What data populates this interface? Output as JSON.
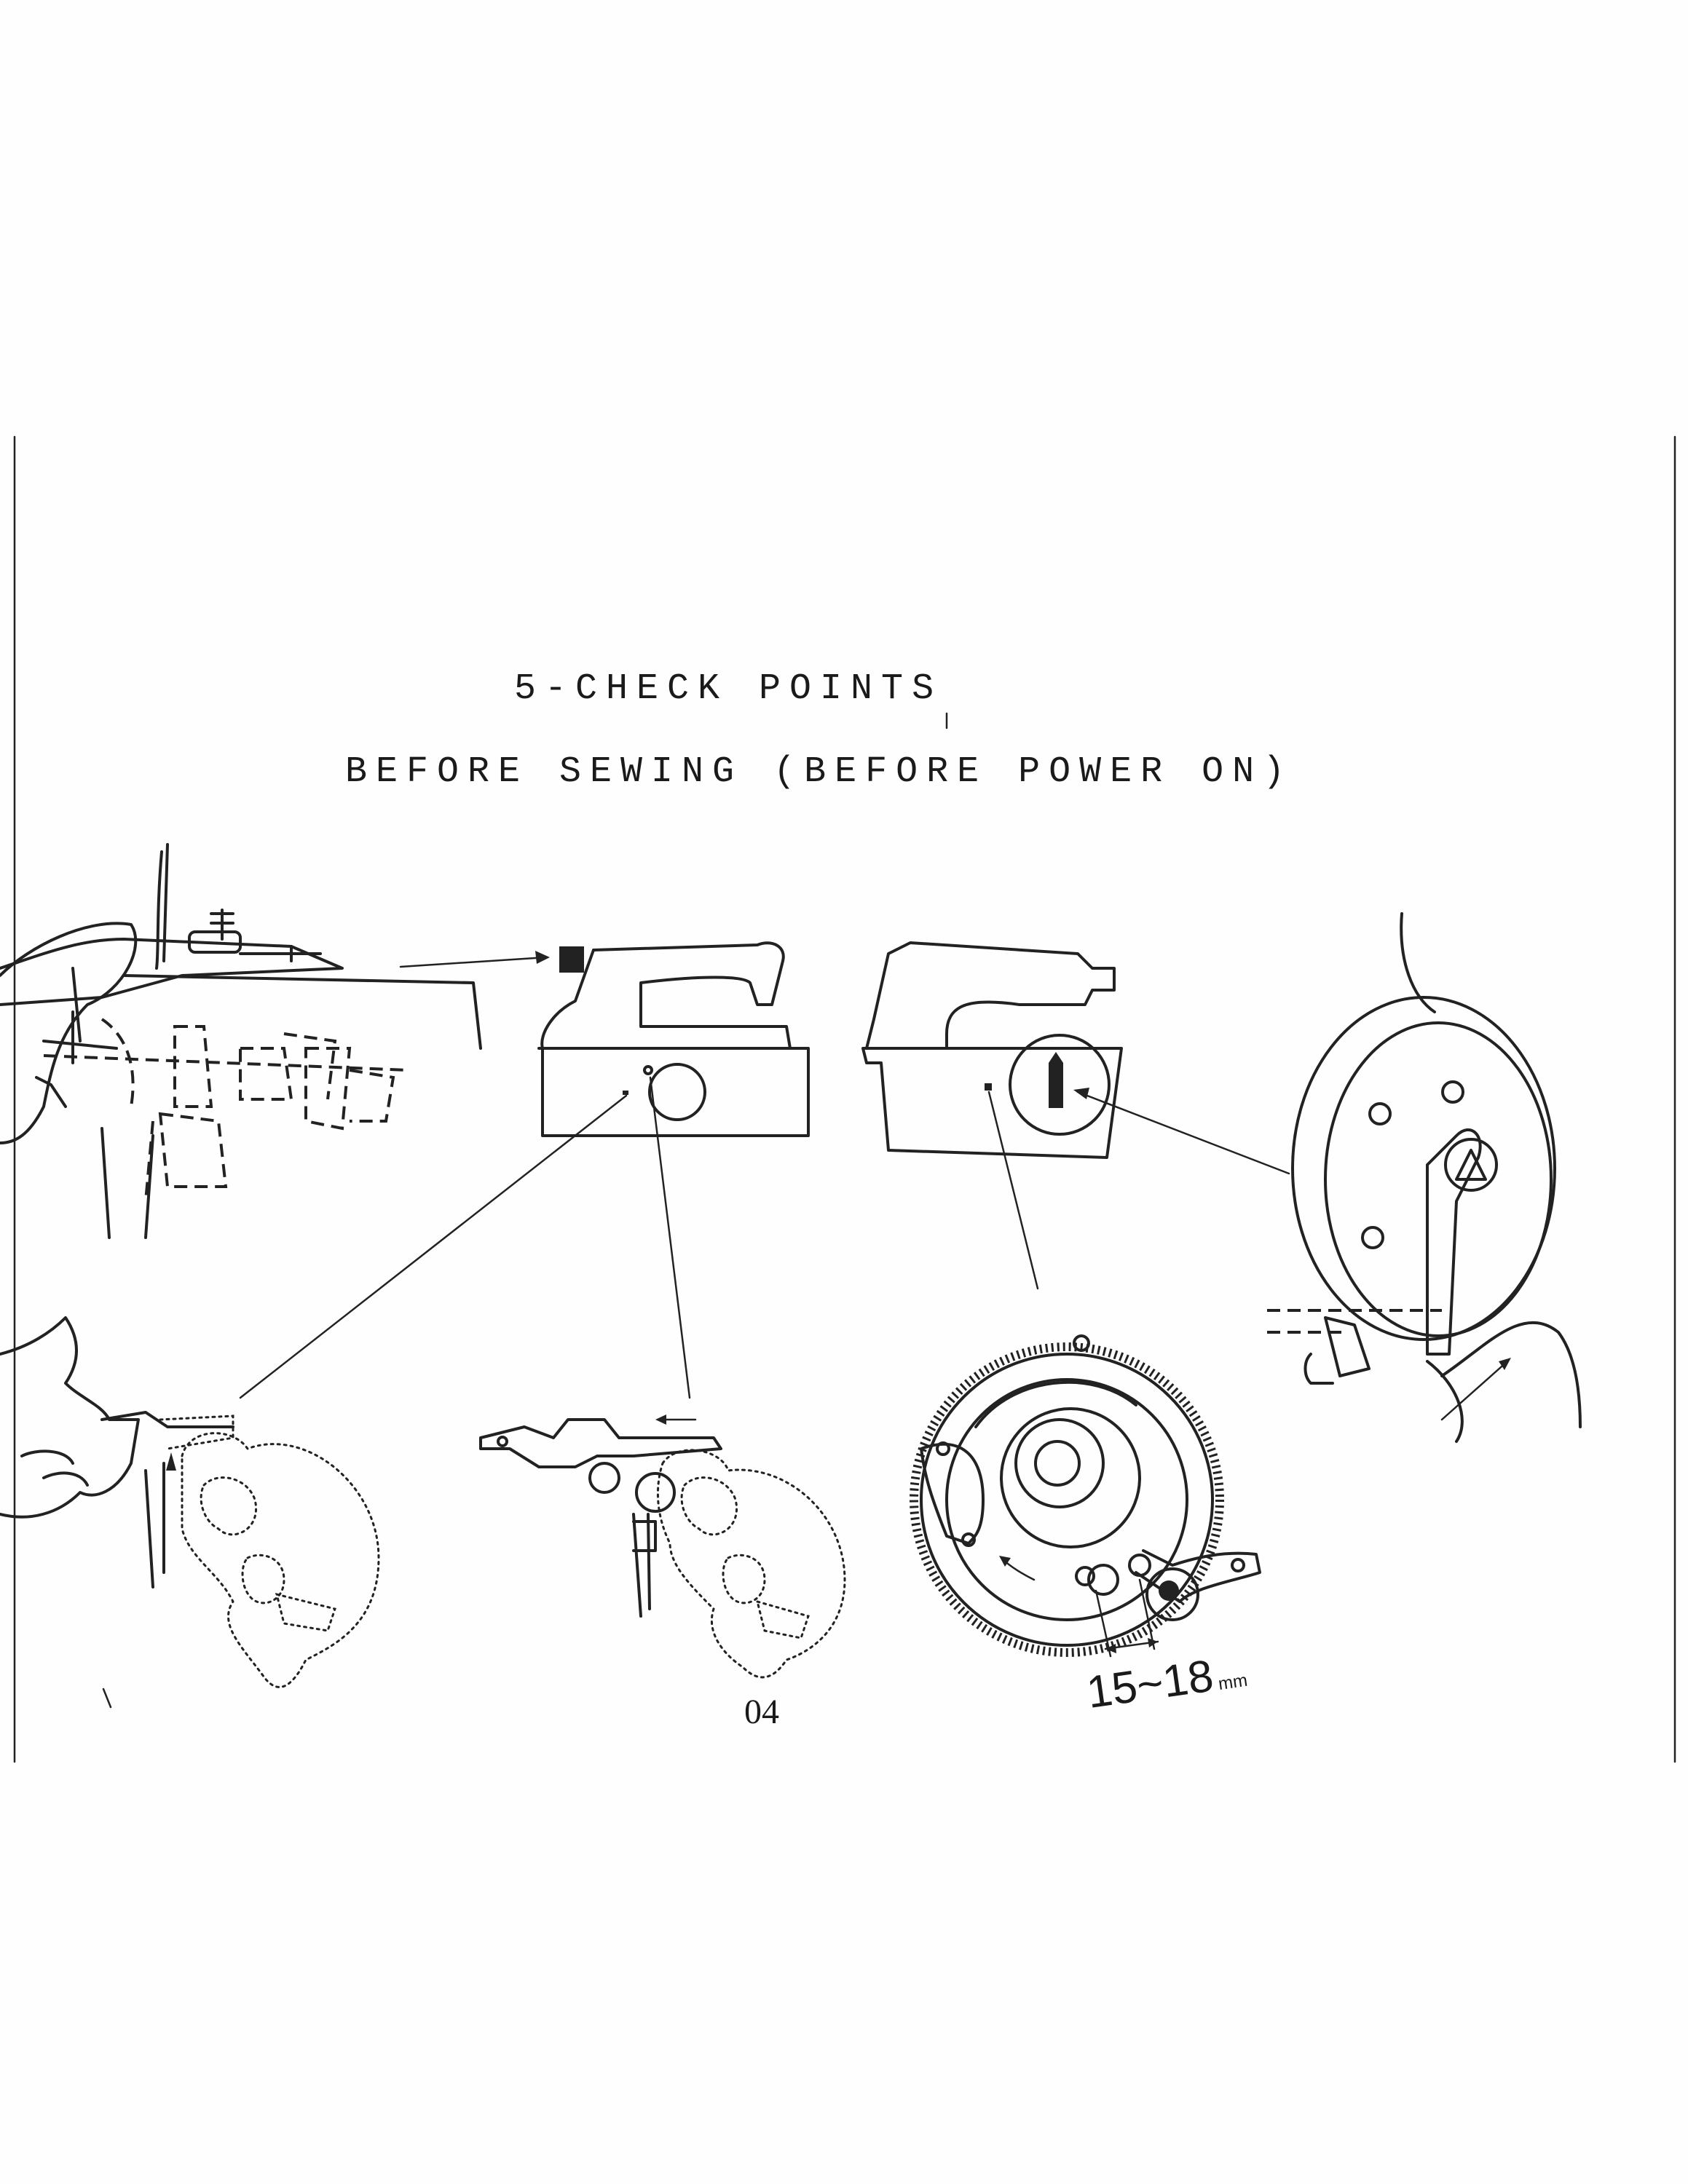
{
  "heading": {
    "title": "5-CHECK POINTS",
    "subtitle": "BEFORE SEWING (BEFORE POWER ON)"
  },
  "dimension": {
    "value": "15~18",
    "unit": "mm"
  },
  "page_number": "04"
}
